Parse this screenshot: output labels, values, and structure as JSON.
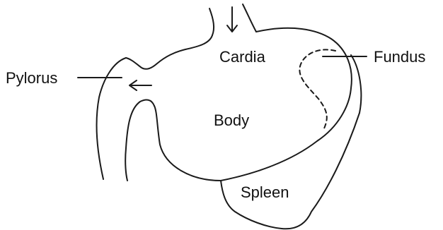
{
  "labels": {
    "cardia": "Cardia",
    "fundus": "Fundus",
    "pylorus": "Pylorus",
    "body": "Body",
    "spleen": "Spleen"
  }
}
